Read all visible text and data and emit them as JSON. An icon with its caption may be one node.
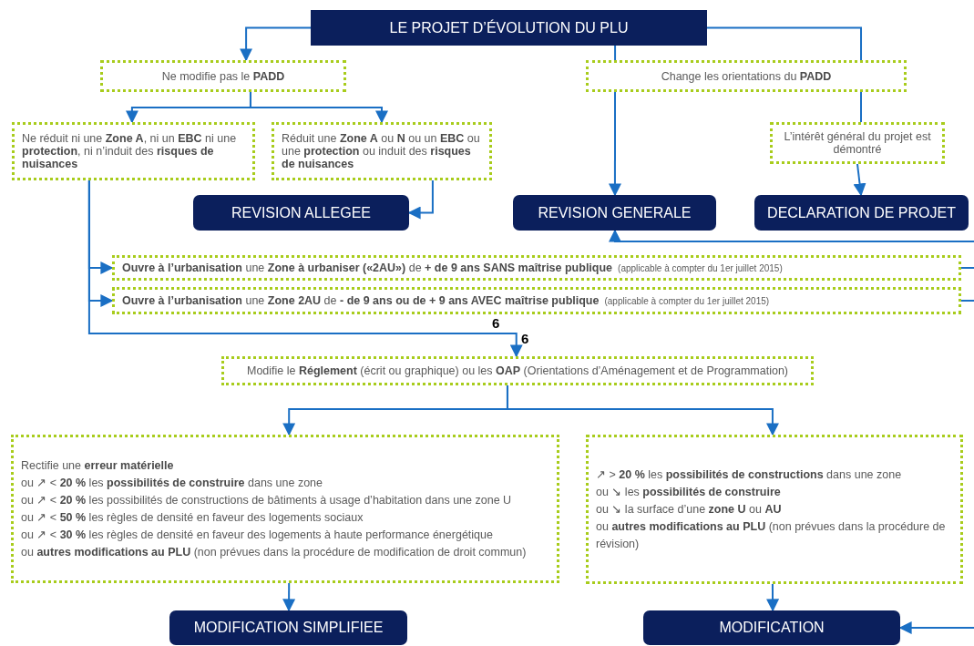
{
  "diagram": {
    "nodes": [
      {
        "text": [
          "LE PROJET D’ÉVOLUTION DU PLU"
        ]
      },
      {
        "text": [
          "Ne modifie pas le **PADD**"
        ]
      },
      {
        "text": [
          "Change les orientations du **PADD**"
        ]
      },
      {
        "text": [
          "Ne réduit ni une **Zone A**, ni un **EBC** ni une **protection**, ni n’induit des **risques de nuisances**"
        ]
      },
      {
        "text": [
          "Réduit une **Zone A** ou **N** ou un **EBC** ou une **protection** ou induit des **risques de nuisances**"
        ]
      },
      {
        "text": [
          "L’intérêt général du projet est démontré"
        ]
      },
      {
        "text": [
          "REVISION ALLEGEE"
        ]
      },
      {
        "text": [
          "REVISION GENERALE"
        ]
      },
      {
        "text": [
          "DECLARATION DE PROJET"
        ]
      },
      {
        "text": [
          "**Ouvre à l’urbanisation** une **Zone à urbaniser («2AU»)** de **+ de 9 ans SANS maîtrise publique**",
          "(applicable à compter du 1er juillet 2015)"
        ]
      },
      {
        "text": [
          "**Ouvre à l’urbanisation** une **Zone 2AU** de **- de 9 ans ou de + 9 ans AVEC maîtrise publique**",
          "(applicable à compter du 1er juillet 2015)"
        ]
      },
      {
        "text": [
          "Modifie le **Réglement** (écrit ou graphique) ou les **OAP** (Orientations d’Aménagement et de Programmation)"
        ]
      },
      {
        "text": [
          "Rectifie une **erreur matérielle**",
          "ou ↗ < **20 %** les **possibilités de construire** dans une zone",
          "ou ↗ < **20 %** les possibilités de constructions de bâtiments à usage d’habitation dans une zone U",
          "ou ↗ < **50 %** les règles de densité en faveur des logements sociaux",
          "ou ↗ < **30 %** les règles de densité en faveur des logements à haute performance énergétique",
          "ou **autres modifications au PLU** (non prévues dans la procédure de modification de droit commun)"
        ]
      },
      {
        "text": [
          "↗ > **20 %** les **possibilités de constructions** dans une zone",
          "ou ↘ les **possibilités de construire**",
          "ou ↘ la surface d’une **zone U** ou **AU**",
          "ou **autres modifications au PLU** (non prévues dans la procédure de révision)"
        ]
      },
      {
        "text": [
          "MODIFICATION SIMPLIFIEE"
        ]
      },
      {
        "text": [
          "MODIFICATION"
        ]
      }
    ],
    "edges": [
      {
        "from": 0,
        "to": 1,
        "arrow": "to"
      },
      {
        "from": 0,
        "to": 2,
        "arrow": "none"
      },
      {
        "from": 0,
        "to": 2,
        "arrow": "none"
      },
      {
        "from": 1,
        "to": 3,
        "arrow": "to"
      },
      {
        "from": 1,
        "to": 4,
        "arrow": "to"
      },
      {
        "from": 2,
        "to": 7,
        "arrow": "to"
      },
      {
        "from": 2,
        "to": 5,
        "arrow": "none"
      },
      {
        "from": 5,
        "to": 8,
        "arrow": "to"
      },
      {
        "from": 4,
        "to": 6,
        "arrow": "to"
      },
      {
        "from": 3,
        "to": 9,
        "arrow": "to"
      },
      {
        "from": 3,
        "to": 10,
        "arrow": "to"
      },
      {
        "from": 3,
        "to": 11,
        "arrow": "to"
      },
      {
        "from": 11,
        "to": 12,
        "arrow": "to"
      },
      {
        "from": 11,
        "to": 13,
        "arrow": "to"
      },
      {
        "from": 12,
        "to": 14,
        "arrow": "to"
      },
      {
        "from": 13,
        "to": 15,
        "arrow": "to"
      },
      {
        "from": null,
        "to": 7,
        "arrow": "to"
      },
      {
        "from": 9,
        "to": null,
        "arrow": "none"
      },
      {
        "from": 10,
        "to": null,
        "arrow": "none"
      },
      {
        "from": null,
        "to": 15,
        "arrow": "to"
      }
    ],
    "labels": [
      "6",
      "6"
    ]
  }
}
